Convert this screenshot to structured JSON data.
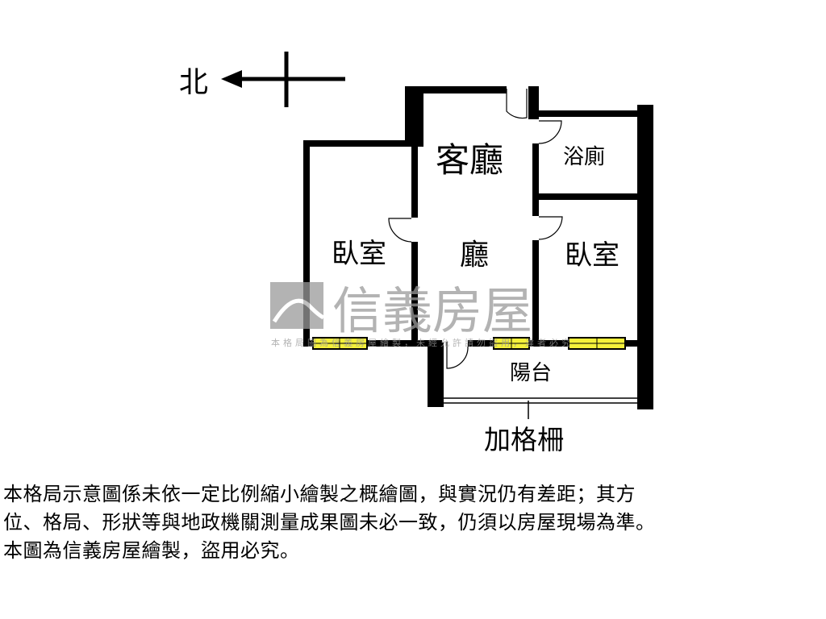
{
  "compass": {
    "north_label": "北"
  },
  "rooms": {
    "living_room": "客廳",
    "bathroom": "浴廁",
    "bedroom_left": "臥室",
    "hall": "廳",
    "bedroom_right": "臥室",
    "balcony": "陽台"
  },
  "annotation": {
    "grille": "加格柵"
  },
  "watermark": {
    "brand": "信義房屋",
    "notice": "本格局圖為信義房屋繪製，未經允許請勿盜用，違者必究"
  },
  "disclaimer": {
    "lines": [
      "本格局示意圖係未依一定比例縮小繪製之概繪圖，與實況仍有差距；其方",
      "位、格局、形狀等與地政機關測量成果圖未必一致，仍須以房屋現場為準。",
      "本圖為信義房屋繪製，盜用必究。"
    ]
  },
  "colors": {
    "wall": "#000000",
    "window": "#f4f03a",
    "watermark": "#9a9a9a"
  }
}
